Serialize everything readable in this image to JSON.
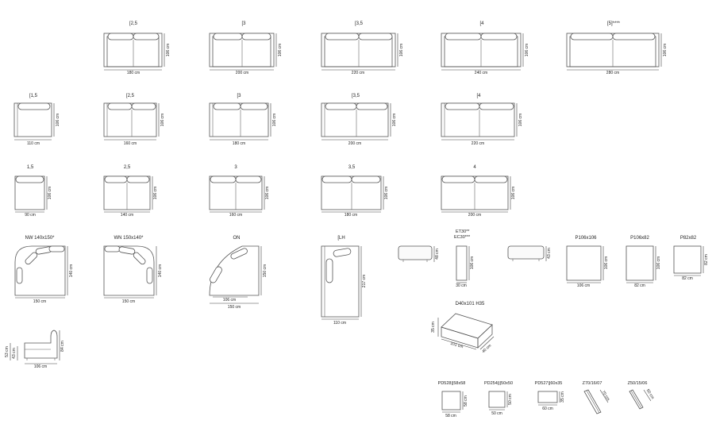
{
  "labels": {
    "s25": "[2,5",
    "s3": "[3",
    "s35": "[3,5",
    "s4": "[4",
    "s5": "[5]****",
    "m15": "[1,5",
    "m25": "[2,5",
    "m3": "[3",
    "m35": "[3,5",
    "m4": "[4",
    "c15": "1,5",
    "c25": "2,5",
    "c3": "3",
    "c35": "3,5",
    "c4": "4",
    "nw": "NW 140x150*",
    "wn": "WN 150x140*",
    "on": "ON",
    "lh": "[LH",
    "et": "ET30**",
    "ec": "EC30***",
    "p1": "P106x106",
    "p2": "P106x82",
    "p3": "P82x82",
    "d40": "D40x101 H35",
    "pd1": "PD528||58x58",
    "pd2": "PD254|||50x50",
    "pd3": "PD527||60x35",
    "z1": "Z70/16/07",
    "z2": "Z50/15/06"
  },
  "dims": {
    "s25w": "180 cm",
    "s3w": "200 cm",
    "s35w": "220 cm",
    "s4w": "240 cm",
    "s5w": "280 cm",
    "sH": "106 cm",
    "m15w": "110 cm",
    "m25w": "160 cm",
    "m3w": "180 cm",
    "m35w": "200 cm",
    "m4w": "220 cm",
    "c15w": "90 cm",
    "c25w": "140 cm",
    "c3w": "160 cm",
    "c35w": "180 cm",
    "c4w": "200 cm",
    "nwH": "140 cm",
    "nwW": "150 cm",
    "wnH": "140 cm",
    "wnW": "150 cm",
    "onH": "150 cm",
    "onW1": "106 cm",
    "onW2": "150 cm",
    "lhH": "217 cm",
    "lhW": "110 cm",
    "benchH": "48 cm",
    "etW": "30 cm",
    "etH": "106 cm",
    "slabH": "43 cm",
    "p1w": "106 cm",
    "p1h": "106 cm",
    "p2w": "82 cm",
    "p2h": "106 cm",
    "p3w": "82 cm",
    "p3h": "82 cm",
    "sideH1": "53 cm",
    "sideH2": "43 cm",
    "sideH3": "84 cm",
    "sideW": "106 cm",
    "dH": "35 cm",
    "dL": "101 cm",
    "dD": "40 cm",
    "pd1w": "58 cm",
    "pd1h": "58 cm",
    "pd2w": "50 cm",
    "pd2h": "50 cm",
    "pd3w": "60 cm",
    "pd3h": "35 cm",
    "z1h": "70 cm",
    "z2h": "50 cm"
  }
}
